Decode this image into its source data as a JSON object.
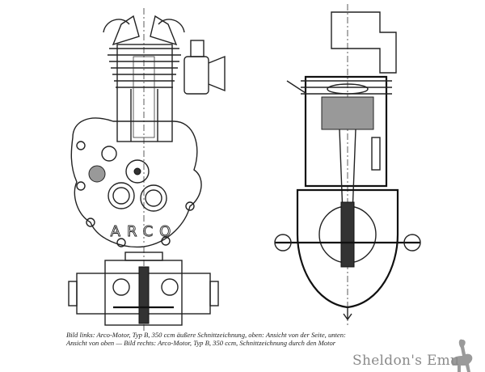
{
  "figure": {
    "left_label": "ARCO",
    "caption_line1": "Bild links: Arco-Motor, Typ B, 350 ccm äußere Schnittzeichnung, oben: Ansicht von der Seite, unten:",
    "caption_line2": "Ansicht von oben — Bild rechts: Arco-Motor, Typ B, 350 ccm, Schnittzeichnung durch den Motor"
  },
  "watermark": {
    "text": "Sheldon's Emu",
    "icon": "emu-icon",
    "color": "#8a8a8a"
  }
}
